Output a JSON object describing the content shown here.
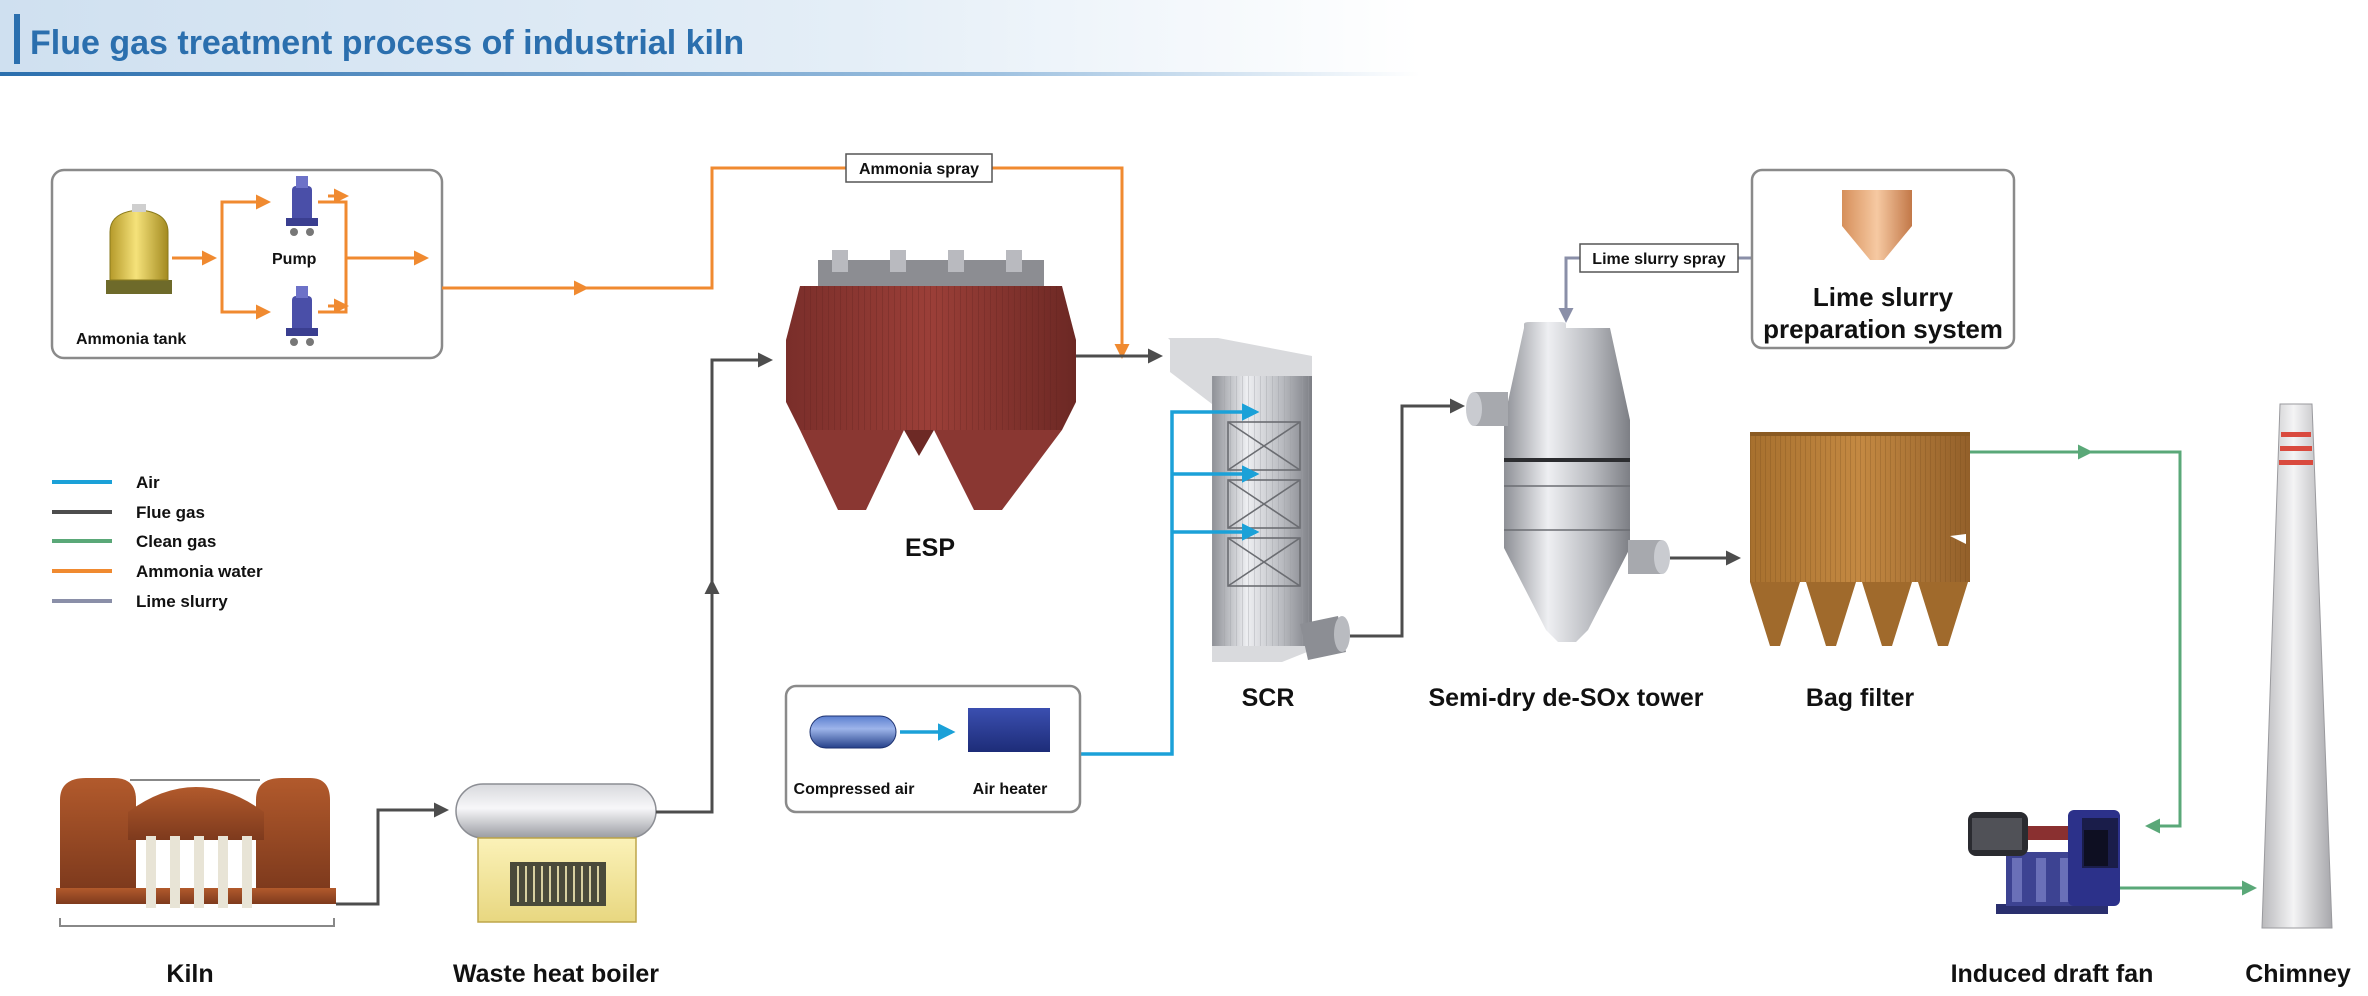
{
  "header": {
    "title": "Flue gas treatment process of industrial kiln"
  },
  "legend": {
    "items": [
      {
        "label": "Air",
        "color": "#1ba1d8"
      },
      {
        "label": "Flue gas",
        "color": "#4d4d4d"
      },
      {
        "label": "Clean gas",
        "color": "#5aa878"
      },
      {
        "label": "Ammonia water",
        "color": "#f08a30"
      },
      {
        "label": "Lime slurry",
        "color": "#8a8fa8"
      }
    ]
  },
  "components": {
    "kiln": "Kiln",
    "waste_heat_boiler": "Waste heat boiler",
    "esp": "ESP",
    "scr": "SCR",
    "desox_tower": "Semi-dry de-SOx tower",
    "bag_filter": "Bag filter",
    "induced_draft_fan": "Induced draft fan",
    "chimney": "Chimney"
  },
  "ammonia_system": {
    "tank_label": "Ammonia tank",
    "pump_label": "Pump",
    "spray_label": "Ammonia spray"
  },
  "air_system": {
    "compressed_air_label": "Compressed air",
    "air_heater_label": "Air heater"
  },
  "lime_system": {
    "spray_label": "Lime slurry spray",
    "prep_label_line1": "Lime slurry",
    "prep_label_line2": "preparation system"
  },
  "colors": {
    "air": "#1ba1d8",
    "flue_gas": "#4d4d4d",
    "clean_gas": "#5aa878",
    "ammonia_water": "#f08a30",
    "lime_slurry": "#8a8fa8",
    "header_accent": "#2b6fae"
  }
}
